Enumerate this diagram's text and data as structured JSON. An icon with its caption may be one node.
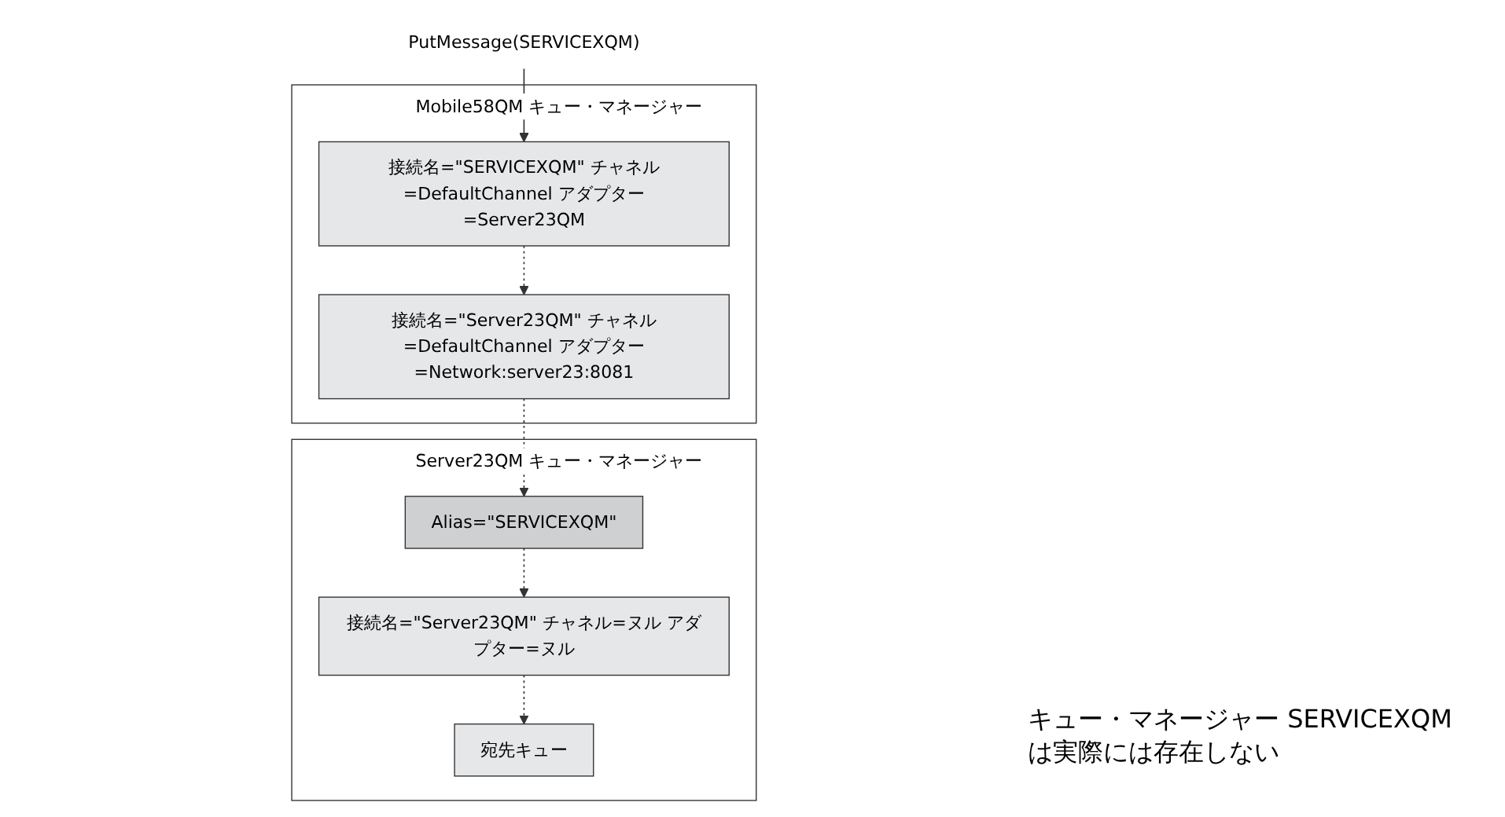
{
  "diagram": {
    "nodes": [
      {
        "text": [
          "Mobile58QM キュー・マネージャー"
        ]
      },
      {
        "text": [
          "接続名=\"Server23QM\" チャネル=DefaultChannel アダプター=Network:server23:8081"
        ],
        "in": 0
      },
      {
        "text": [
          "接続名=\"SERVICEXQM\" チャネル=DefaultChannel アダプター=Server23QM"
        ],
        "in": 0
      },
      {
        "text": [
          "Server23QM キュー・マネージャー"
        ]
      },
      {
        "text": [
          "Alias=\"SERVICEXQM\""
        ],
        "in": 3
      },
      {
        "text": [
          "接続名=\"Server23QM\" チャネル=ヌル アダプター=ヌル"
        ],
        "in": 3
      },
      {
        "text": [
          "宛先キュー"
        ],
        "in": 3
      },
      {
        "text": [
          "PutMessage(SERVICEXQM)"
        ]
      }
    ],
    "edges": [
      {
        "from": 7,
        "to": 2,
        "arrow": "to"
      },
      {
        "from": 2,
        "to": 1,
        "arrow": "to",
        "style": "dashed"
      },
      {
        "from": 1,
        "to": 4,
        "arrow": "to",
        "style": "dashed"
      },
      {
        "from": 4,
        "to": 5,
        "arrow": "to",
        "style": "dashed"
      },
      {
        "from": 5,
        "to": 6,
        "arrow": "to",
        "style": "dashed"
      }
    ],
    "labels": [
      "キュー・マネージャー SERVICEXQM は実際には存在しない"
    ]
  }
}
